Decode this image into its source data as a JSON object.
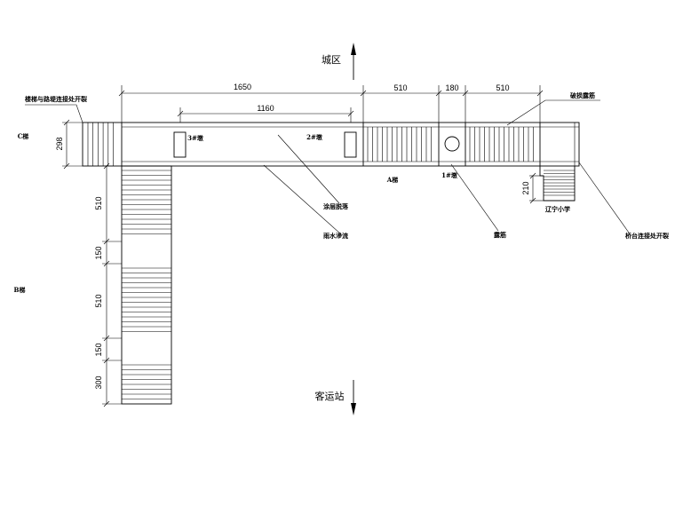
{
  "directions": {
    "north": "城区",
    "south": "客运站"
  },
  "dimensions": {
    "d1650": "1650",
    "d1160": "1160",
    "d510a": "510",
    "d180": "180",
    "d510b": "510",
    "d298": "298",
    "d510c": "510",
    "d150a": "150",
    "d510d": "510",
    "d150b": "150",
    "d300": "300",
    "d210": "210"
  },
  "labels": {
    "stair_road_gap": "楼梯与路堤连接处开裂",
    "stair_c": "C梯",
    "stair_b": "B梯",
    "stair_a": "A梯",
    "pier3": "3#墩",
    "pier2": "2#墩",
    "pier1": "1#墩",
    "coating_peel": "涂层脱落",
    "rain_leak": "雨水滲流",
    "rusted_rebar": "破损露筋",
    "exposed_rebar": "露筋",
    "liaoning_school": "辽宁小学",
    "abutment_gap": "桥台连接处开裂"
  }
}
